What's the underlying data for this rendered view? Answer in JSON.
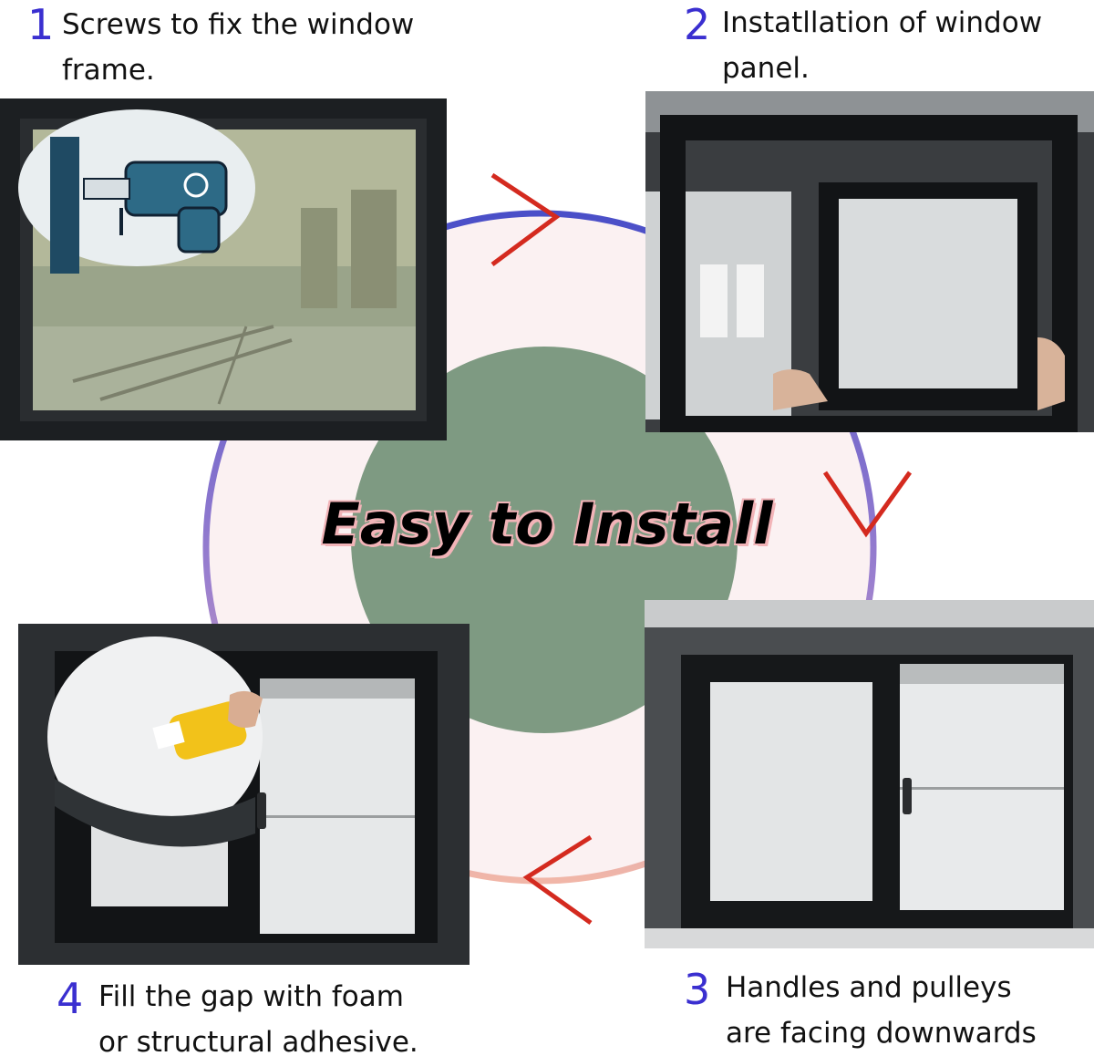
{
  "headline": "Easy to Install",
  "colors": {
    "step_number": "#3a2fd0",
    "arrow": "#d42a1f",
    "center_circle": "#7e9a82",
    "ring_blue": "#4a4fc8",
    "ring_pink": "#f1b6a8",
    "headline_shadow": "#f2b4b8"
  },
  "steps": [
    {
      "number": "1",
      "line1": "Screws to fix the window",
      "line2": "frame.",
      "image": "drill-icon"
    },
    {
      "number": "2",
      "line1": "Instatllation of window",
      "line2": "panel.",
      "image": "window-panel-photo"
    },
    {
      "number": "3",
      "line1": "Handles and pulleys",
      "line2": "are facing downwards",
      "image": "sliding-window-photo"
    },
    {
      "number": "4",
      "line1": "Fill the gap with foam",
      "line2": "or structural adhesive.",
      "image": "caulking-gun-icon"
    }
  ]
}
